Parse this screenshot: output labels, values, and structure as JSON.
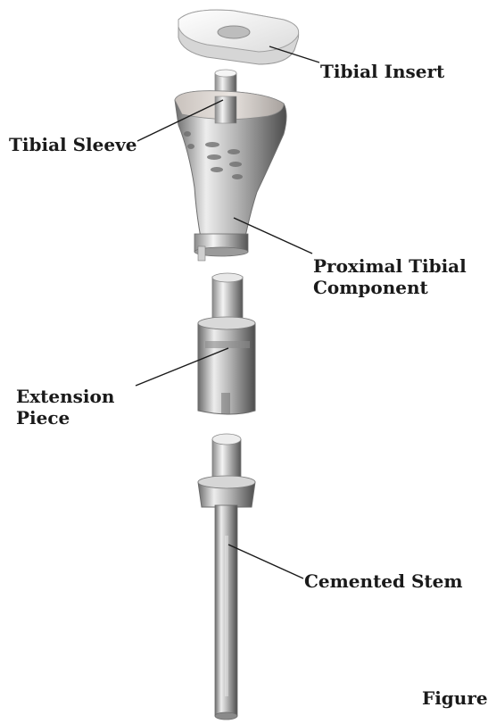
{
  "labels": {
    "tibial_insert": "Tibial Insert",
    "tibial_sleeve": "Tibial Sleeve",
    "proximal_line1": "Proximal Tibial",
    "proximal_line2": "Component",
    "extension_line1": "Extension",
    "extension_line2": "Piece",
    "cemented_stem": "Cemented Stem",
    "figure": "Figure"
  },
  "colors": {
    "metal_light": "#ececec",
    "metal_mid": "#a9a9a9",
    "metal_dark": "#5e5e5e",
    "insert": "#f2f2f2",
    "text": "#1a1a1a",
    "leader": "#1a1a1a"
  }
}
